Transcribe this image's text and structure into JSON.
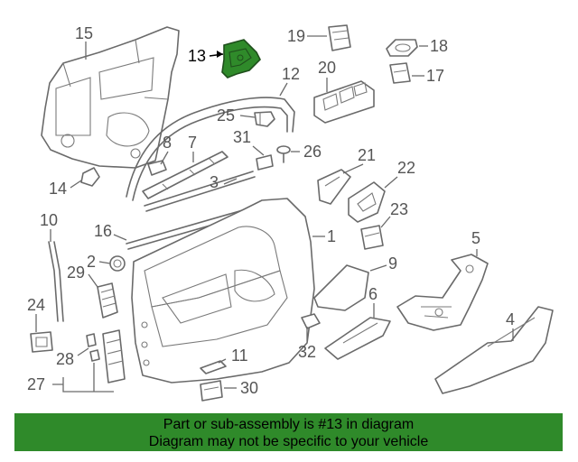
{
  "callouts": [
    {
      "id": "15",
      "text": "15"
    },
    {
      "id": "13",
      "text": "13"
    },
    {
      "id": "19",
      "text": "19"
    },
    {
      "id": "18",
      "text": "18"
    },
    {
      "id": "20",
      "text": "20"
    },
    {
      "id": "17",
      "text": "17"
    },
    {
      "id": "12",
      "text": "12"
    },
    {
      "id": "25",
      "text": "25"
    },
    {
      "id": "8",
      "text": "8"
    },
    {
      "id": "7",
      "text": "7"
    },
    {
      "id": "31",
      "text": "31"
    },
    {
      "id": "26",
      "text": "26"
    },
    {
      "id": "21",
      "text": "21"
    },
    {
      "id": "22",
      "text": "22"
    },
    {
      "id": "14",
      "text": "14"
    },
    {
      "id": "3",
      "text": "3"
    },
    {
      "id": "23",
      "text": "23"
    },
    {
      "id": "10",
      "text": "10"
    },
    {
      "id": "16",
      "text": "16"
    },
    {
      "id": "1",
      "text": "1"
    },
    {
      "id": "5",
      "text": "5"
    },
    {
      "id": "2",
      "text": "2"
    },
    {
      "id": "9",
      "text": "9"
    },
    {
      "id": "29",
      "text": "29"
    },
    {
      "id": "6",
      "text": "6"
    },
    {
      "id": "24",
      "text": "24"
    },
    {
      "id": "4",
      "text": "4"
    },
    {
      "id": "32",
      "text": "32"
    },
    {
      "id": "28",
      "text": "28"
    },
    {
      "id": "11",
      "text": "11"
    },
    {
      "id": "27",
      "text": "27"
    },
    {
      "id": "30",
      "text": "30"
    }
  ],
  "highlighted_part": "13",
  "colors": {
    "highlight": "#2f8a2a",
    "line": "#6a6a6a",
    "label": "#555555"
  },
  "banner": {
    "line1": "Part or sub-assembly is #13 in diagram",
    "line2": "Diagram may not be specific to your vehicle"
  }
}
